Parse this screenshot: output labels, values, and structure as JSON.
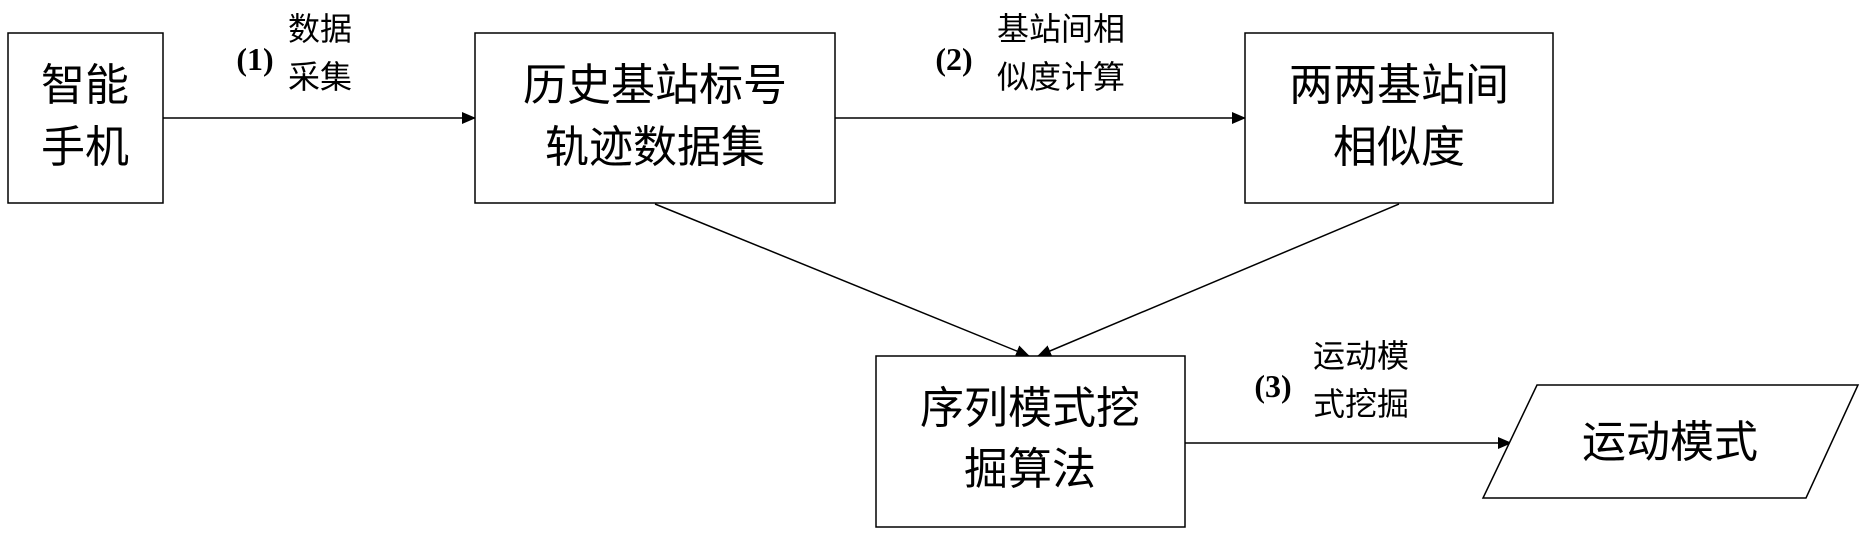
{
  "nodes": {
    "smartphone": {
      "lines": [
        "智能",
        "手机"
      ]
    },
    "history_dataset": {
      "lines": [
        "历史基站标号",
        "轨迹数据集"
      ]
    },
    "pairwise_similarity": {
      "lines": [
        "两两基站间",
        "相似度"
      ]
    },
    "sequence_mining": {
      "lines": [
        "序列模式挖",
        "掘算法"
      ]
    },
    "motion_pattern": {
      "lines": [
        "运动模式"
      ]
    }
  },
  "edges": {
    "collect": {
      "step": "(1)",
      "lines": [
        "数据",
        "采集"
      ]
    },
    "similarity_calc": {
      "step": "(2)",
      "lines": [
        "基站间相",
        "似度计算"
      ]
    },
    "pattern_mining": {
      "step": "(3)",
      "lines": [
        "运动模",
        "式挖掘"
      ]
    }
  }
}
